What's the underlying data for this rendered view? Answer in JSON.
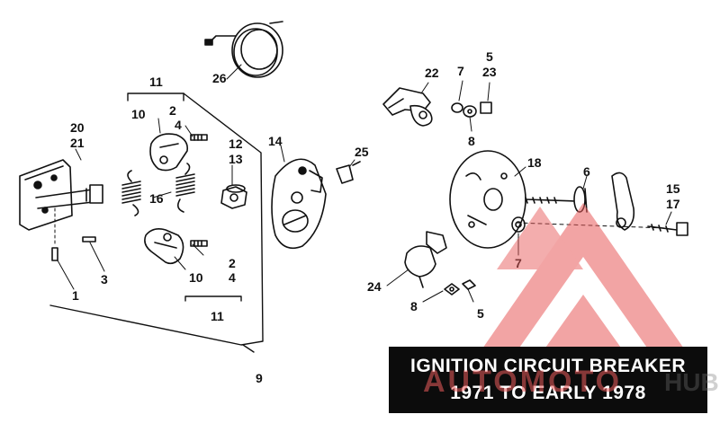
{
  "title": {
    "line1": "IGNITION CIRCUIT BREAKER",
    "line2": "1971 TO EARLY 1978"
  },
  "watermark": {
    "brand": "AUTOMOTO",
    "suffix": "HUB",
    "color": "#e85a5a",
    "icon": "triangle-logo-icon"
  },
  "callouts": [
    "1",
    "2",
    "3",
    "4",
    "5",
    "6",
    "7",
    "8",
    "9",
    "10",
    "11",
    "12",
    "13",
    "14",
    "15",
    "16",
    "17",
    "18",
    "20",
    "21",
    "22",
    "23",
    "24",
    "25",
    "26"
  ]
}
